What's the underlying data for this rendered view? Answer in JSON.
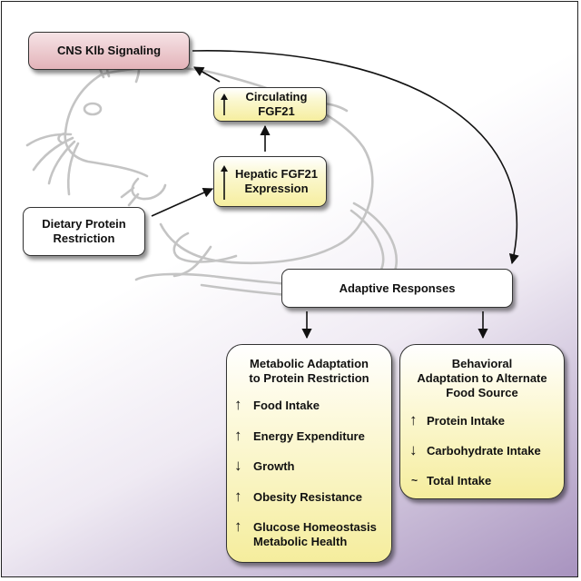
{
  "nodes": {
    "cns_signaling": "CNS Klb Signaling",
    "circulating_fgf21": "Circulating FGF21",
    "hepatic_fgf21": [
      "Hepatic FGF21",
      "Expression"
    ],
    "dietary_restriction": [
      "Dietary Protein",
      "Restriction"
    ],
    "adaptive_responses": "Adaptive Responses"
  },
  "metabolic_panel": {
    "title": [
      "Metabolic Adaptation",
      "to Protein Restriction"
    ],
    "items": [
      {
        "dir": "up",
        "lines": [
          "Food Intake"
        ]
      },
      {
        "dir": "up",
        "lines": [
          "Energy Expenditure"
        ]
      },
      {
        "dir": "down",
        "lines": [
          "Growth"
        ]
      },
      {
        "dir": "up",
        "lines": [
          "Obesity Resistance"
        ]
      },
      {
        "dir": "up",
        "lines": [
          "Glucose Homeostasis",
          "Metabolic Health"
        ]
      }
    ]
  },
  "behavioral_panel": {
    "title": [
      "Behavioral",
      "Adaptation to Alternate",
      "Food Source"
    ],
    "items": [
      {
        "dir": "up",
        "lines": [
          "Protein Intake"
        ]
      },
      {
        "dir": "down",
        "lines": [
          "Carbohydrate Intake"
        ]
      },
      {
        "dir": "none",
        "lines": [
          "Total Intake"
        ]
      }
    ]
  },
  "symbols": {
    "up": "↑",
    "down": "↓",
    "none": "~"
  },
  "colors": {
    "cns_box": "#e3b3b9",
    "fgf21_boxes": "#f6ee9f",
    "panels": "#f5ed9d",
    "background_purple": "#a893bf",
    "mouse_outline": "#c4c4c4"
  }
}
